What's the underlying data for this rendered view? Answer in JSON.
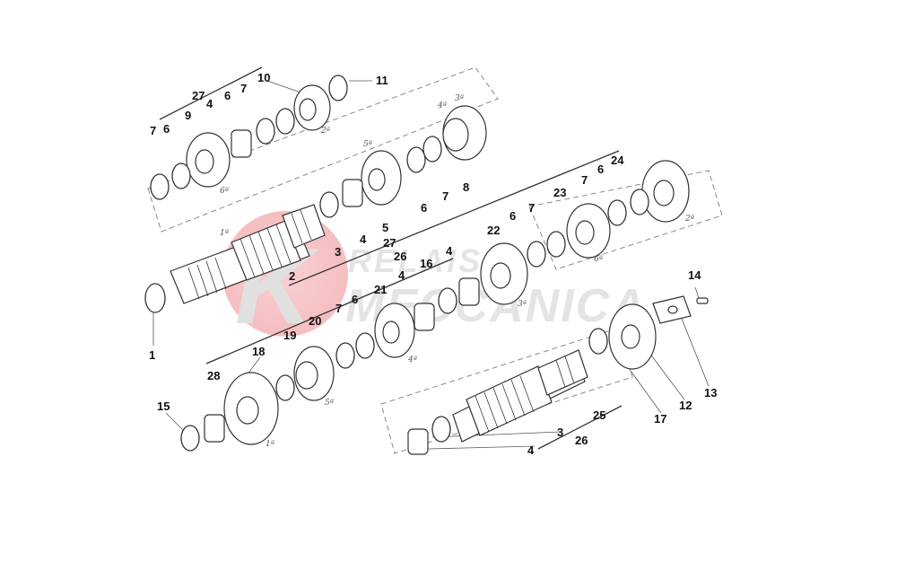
{
  "watermark": {
    "line1": "RELAIS",
    "line2": "MECCANICA",
    "logo_letter": "K",
    "circle_color": "#e8383d"
  },
  "callouts": {
    "c1": "1",
    "c2": "2",
    "c3a": "3",
    "c3b": "3",
    "c4a": "4",
    "c4b": "4",
    "c4c": "4",
    "c4d": "4",
    "c4e": "4",
    "c5": "5",
    "c6a": "6",
    "c6b": "6",
    "c6c": "6",
    "c6d": "6",
    "c6e": "6",
    "c6f": "6",
    "c7a": "7",
    "c7b": "7",
    "c7c": "7",
    "c7d": "7",
    "c7e": "7",
    "c7f": "7",
    "c8": "8",
    "c9": "9",
    "c10": "10",
    "c11": "11",
    "c12": "12",
    "c13": "13",
    "c14": "14",
    "c15": "15",
    "c16": "16",
    "c17": "17",
    "c18": "18",
    "c19": "19",
    "c20": "20",
    "c21": "21",
    "c22": "22",
    "c23": "23",
    "c24": "24",
    "c25": "25",
    "c26a": "26",
    "c26b": "26",
    "c27a": "27",
    "c27b": "27",
    "c28": "28"
  },
  "gear_marks": {
    "g1a": "1ª",
    "g1b": "1ª",
    "g2a": "2ª",
    "g2b": "2ª",
    "g3a": "3ª",
    "g3b": "3ª",
    "g4a": "4ª",
    "g4b": "4ª",
    "g5a": "5ª",
    "g5b": "5ª",
    "g6a": "6ª",
    "g6b": "6ª"
  },
  "colors": {
    "line": "#333333",
    "dash": "#888888",
    "part_fill": "#ffffff"
  }
}
